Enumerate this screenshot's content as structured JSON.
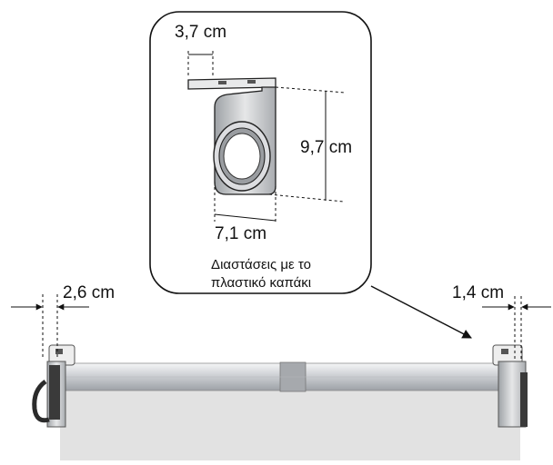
{
  "dimensions": {
    "bracket_width": "3,7 cm",
    "bracket_height": "9,7 cm",
    "bracket_depth": "7,1 cm",
    "left_offset": "2,6 cm",
    "right_offset": "1,4 cm"
  },
  "caption": {
    "line1": "Διαστάσεις με το",
    "line2": "πλαστικό καπάκι"
  },
  "colors": {
    "stroke": "#111111",
    "tube": "#d6d8da",
    "fabric": "#e2e2e2",
    "bracket_metal": "#bfc2c5",
    "motor_dark": "#2b2b2b"
  }
}
